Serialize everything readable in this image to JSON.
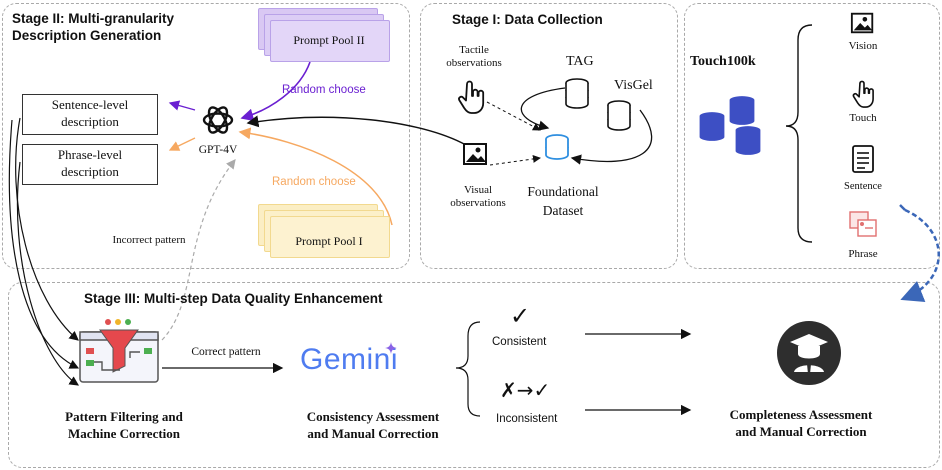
{
  "stage2": {
    "title_line1": "Stage II: Multi-granularity",
    "title_line2": "Description Generation",
    "sentence_desc_line1": "Sentence-level",
    "sentence_desc_line2": "description",
    "phrase_desc_line1": "Phrase-level",
    "phrase_desc_line2": "description",
    "gpt_label": "GPT-4V",
    "prompt_pool_2": "Prompt Pool II",
    "prompt_pool_1": "Prompt Pool I",
    "random_choose_purple": "Random choose",
    "random_choose_orange": "Random choose",
    "incorrect_pattern": "Incorrect pattern"
  },
  "stage1": {
    "title": "Stage I: Data Collection",
    "tactile_line1": "Tactile",
    "tactile_line2": "observations",
    "tag": "TAG",
    "visgel": "VisGel",
    "visual_line1": "Visual",
    "visual_line2": "observations",
    "foundational_line1": "Foundational",
    "foundational_line2": "Dataset"
  },
  "touch100k": {
    "title": "Touch100k",
    "items": [
      "Vision",
      "Touch",
      "Sentence",
      "Phrase"
    ]
  },
  "stage3": {
    "title": "Stage III: Multi-step Data Quality Enhancement",
    "correct_pattern": "Correct pattern",
    "gemini": "Gemini",
    "consistent": "Consistent",
    "inconsistent": "Inconsistent",
    "check": "✓",
    "cross_fix": "✗→✓",
    "pattern_line1": "Pattern Filtering and",
    "pattern_line2": "Machine Correction",
    "consistency_line1": "Consistency Assessment",
    "consistency_line2": "and Manual Correction",
    "completeness_line1": "Completeness Assessment",
    "completeness_line2": "and Manual Correction"
  },
  "colors": {
    "purple": "#6a1fd1",
    "orange": "#f6a860",
    "db_blue": "#3d4fc4",
    "gemini_blue": "#4f7cf0"
  }
}
